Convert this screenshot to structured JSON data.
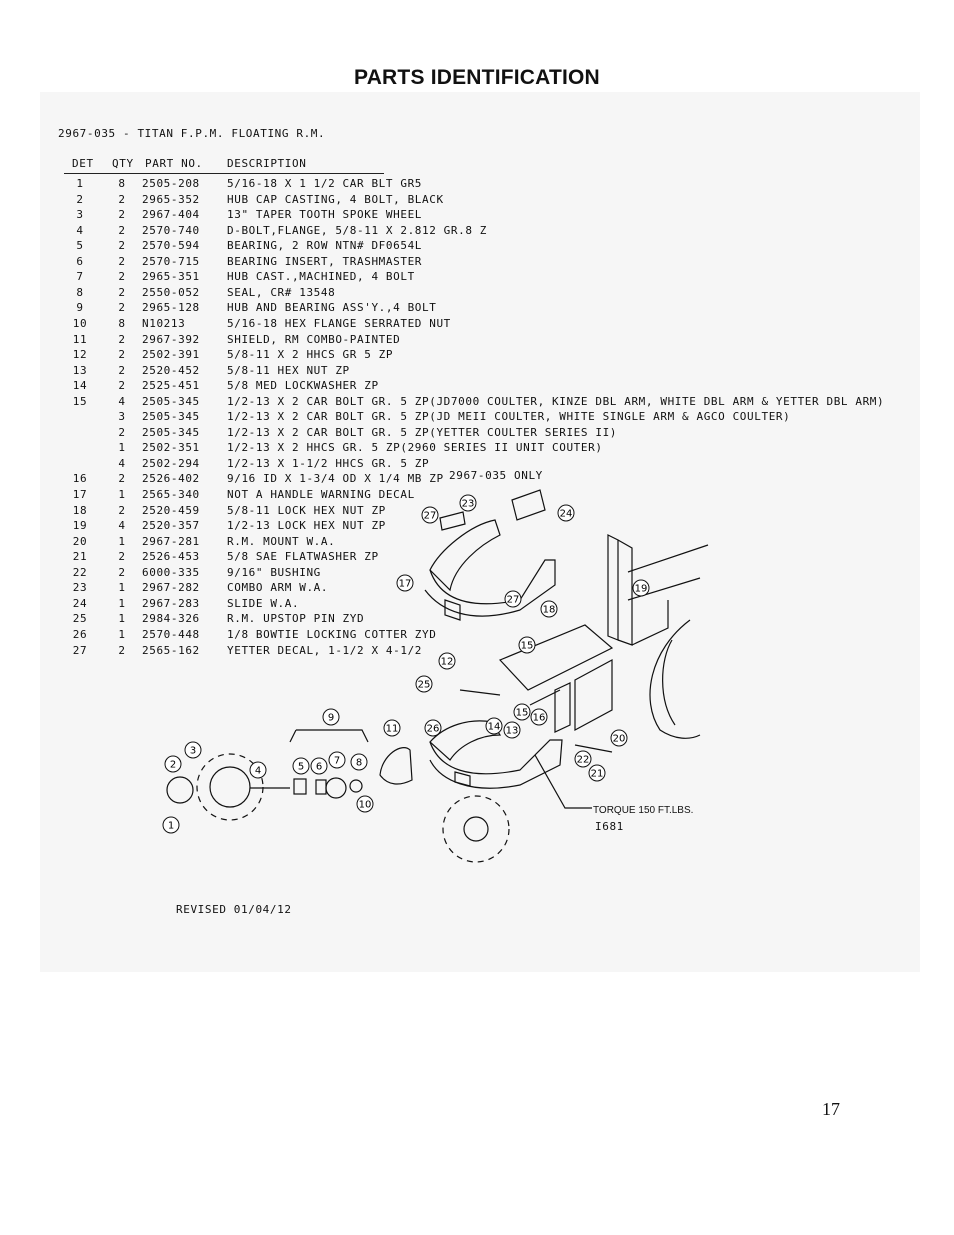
{
  "page": {
    "title": "PARTS IDENTIFICATION",
    "subtitle": "2967-035 - TITAN F.P.M. FLOATING R.M.",
    "revised": "REVISED 01/04/12",
    "page_number": "17"
  },
  "table": {
    "headers": {
      "det": "DET",
      "qty": "QTY",
      "part": "PART NO.",
      "desc": "DESCRIPTION"
    },
    "rows": [
      {
        "det": "1",
        "qty": "8",
        "part": "2505-208",
        "desc": "5/16-18 X 1 1/2 CAR BLT GR5"
      },
      {
        "det": "2",
        "qty": "2",
        "part": "2965-352",
        "desc": "HUB CAP CASTING, 4 BOLT, BLACK"
      },
      {
        "det": "3",
        "qty": "2",
        "part": "2967-404",
        "desc": "13\" TAPER TOOTH SPOKE WHEEL"
      },
      {
        "det": "4",
        "qty": "2",
        "part": "2570-740",
        "desc": "D-BOLT,FLANGE, 5/8-11 X 2.812 GR.8 Z"
      },
      {
        "det": "5",
        "qty": "2",
        "part": "2570-594",
        "desc": "BEARING, 2 ROW NTN# DF0654L"
      },
      {
        "det": "6",
        "qty": "2",
        "part": "2570-715",
        "desc": "BEARING INSERT, TRASHMASTER"
      },
      {
        "det": "7",
        "qty": "2",
        "part": "2965-351",
        "desc": "HUB CAST.,MACHINED, 4 BOLT"
      },
      {
        "det": "8",
        "qty": "2",
        "part": "2550-052",
        "desc": "SEAL, CR# 13548"
      },
      {
        "det": "9",
        "qty": "2",
        "part": "2965-128",
        "desc": "HUB AND BEARING ASS'Y.,4 BOLT"
      },
      {
        "det": "10",
        "qty": "8",
        "part": "N10213",
        "desc": "5/16-18 HEX FLANGE SERRATED NUT"
      },
      {
        "det": "11",
        "qty": "2",
        "part": "2967-392",
        "desc": "SHIELD, RM COMBO-PAINTED"
      },
      {
        "det": "12",
        "qty": "2",
        "part": "2502-391",
        "desc": "5/8-11 X 2 HHCS GR 5 ZP"
      },
      {
        "det": "13",
        "qty": "2",
        "part": "2520-452",
        "desc": "5/8-11 HEX NUT ZP"
      },
      {
        "det": "14",
        "qty": "2",
        "part": "2525-451",
        "desc": "5/8 MED LOCKWASHER ZP"
      },
      {
        "det": "15",
        "qty": "4",
        "part": "2505-345",
        "desc": "1/2-13 X 2 CAR BOLT GR. 5 ZP(JD7000 COULTER, KINZE DBL ARM, WHITE DBL ARM & YETTER DBL ARM)"
      },
      {
        "det": "",
        "qty": "3",
        "part": "2505-345",
        "desc": "1/2-13 X 2 CAR BOLT GR. 5 ZP(JD MEII COULTER, WHITE SINGLE ARM & AGCO COULTER)"
      },
      {
        "det": "",
        "qty": "2",
        "part": "2505-345",
        "desc": "1/2-13 X 2 CAR BOLT GR. 5 ZP(YETTER COULTER SERIES II)"
      },
      {
        "det": "",
        "qty": "1",
        "part": "2502-351",
        "desc": "1/2-13 X 2 HHCS GR. 5 ZP(2960 SERIES II UNIT COUTER)"
      },
      {
        "det": "",
        "qty": "4",
        "part": "2502-294",
        "desc": "1/2-13 X 1-1/2 HHCS GR. 5 ZP"
      },
      {
        "det": "16",
        "qty": "2",
        "part": "2526-402",
        "desc": "9/16 ID X 1-3/4 OD X 1/4 MB ZP"
      },
      {
        "det": "17",
        "qty": "1",
        "part": "2565-340",
        "desc": "NOT A HANDLE WARNING DECAL"
      },
      {
        "det": "18",
        "qty": "2",
        "part": "2520-459",
        "desc": "5/8-11 LOCK HEX NUT  ZP"
      },
      {
        "det": "19",
        "qty": "4",
        "part": "2520-357",
        "desc": "1/2-13 LOCK HEX NUT ZP"
      },
      {
        "det": "20",
        "qty": "1",
        "part": "2967-281",
        "desc": "R.M. MOUNT W.A."
      },
      {
        "det": "21",
        "qty": "2",
        "part": "2526-453",
        "desc": "5/8 SAE FLATWASHER  ZP"
      },
      {
        "det": "22",
        "qty": "2",
        "part": "6000-335",
        "desc": "9/16\" BUSHING"
      },
      {
        "det": "23",
        "qty": "1",
        "part": "2967-282",
        "desc": "COMBO ARM W.A."
      },
      {
        "det": "24",
        "qty": "1",
        "part": "2967-283",
        "desc": "SLIDE W.A."
      },
      {
        "det": "25",
        "qty": "1",
        "part": "2984-326",
        "desc": "R.M. UPSTOP PIN ZYD"
      },
      {
        "det": "26",
        "qty": "1",
        "part": "2570-448",
        "desc": "1/8 BOWTIE LOCKING COTTER ZYD"
      },
      {
        "det": "27",
        "qty": "2",
        "part": "2565-162",
        "desc": "YETTER DECAL, 1-1/2 X 4-1/2"
      }
    ]
  },
  "diagram": {
    "only_note": "2967-035 ONLY",
    "torque_note": "TORQUE 150 FT.LBS.",
    "figure_id": "I681",
    "callouts": [
      "1",
      "2",
      "3",
      "4",
      "5",
      "6",
      "7",
      "8",
      "9",
      "10",
      "11",
      "12",
      "13",
      "14",
      "15",
      "15",
      "16",
      "17",
      "18",
      "19",
      "20",
      "21",
      "22",
      "23",
      "24",
      "25",
      "26",
      "27",
      "27"
    ]
  }
}
